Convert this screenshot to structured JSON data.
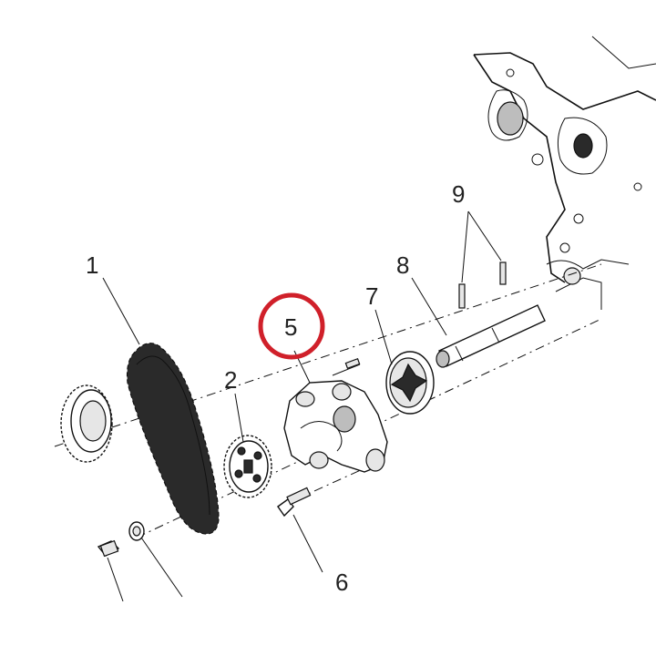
{
  "callouts": {
    "c1": "1",
    "c2": "2",
    "c5": "5",
    "c6": "6",
    "c7": "7",
    "c8": "8",
    "c9": "9"
  },
  "highlight": {
    "item": "5",
    "color": "#d0202a"
  },
  "colors": {
    "ink": "#111111",
    "background": "#ffffff"
  }
}
